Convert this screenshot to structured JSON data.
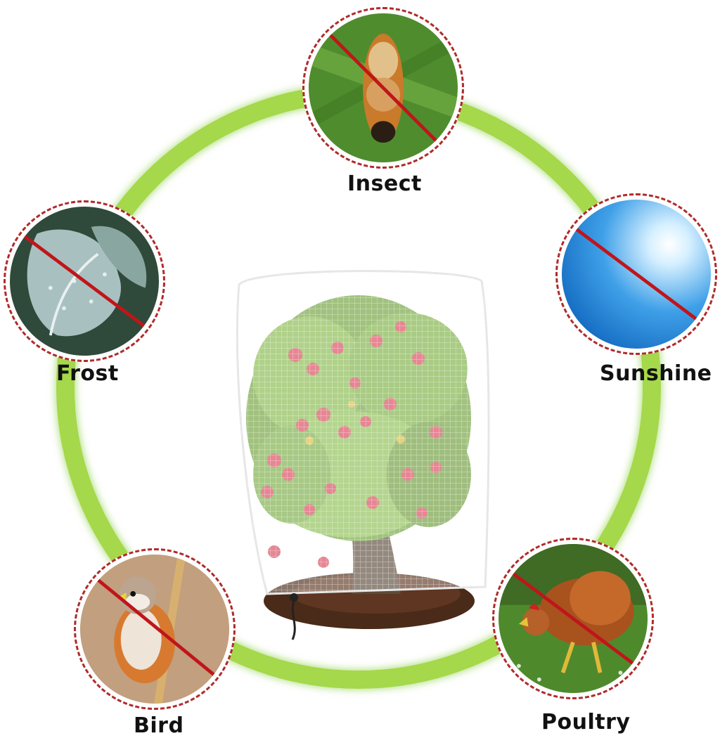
{
  "labels": {
    "insect": "Insect",
    "frost": "Frost",
    "sunshine": "Sunshine",
    "bird": "Bird",
    "poultry": "Poultry"
  },
  "colors": {
    "ring": "#a5d84a",
    "prohibition": "#c0151a",
    "dashed_border": "#b02a2a"
  },
  "icons": [
    "insect-icon",
    "frost-icon",
    "sunshine-icon",
    "bird-icon",
    "poultry-icon",
    "tree-net-illustration"
  ]
}
